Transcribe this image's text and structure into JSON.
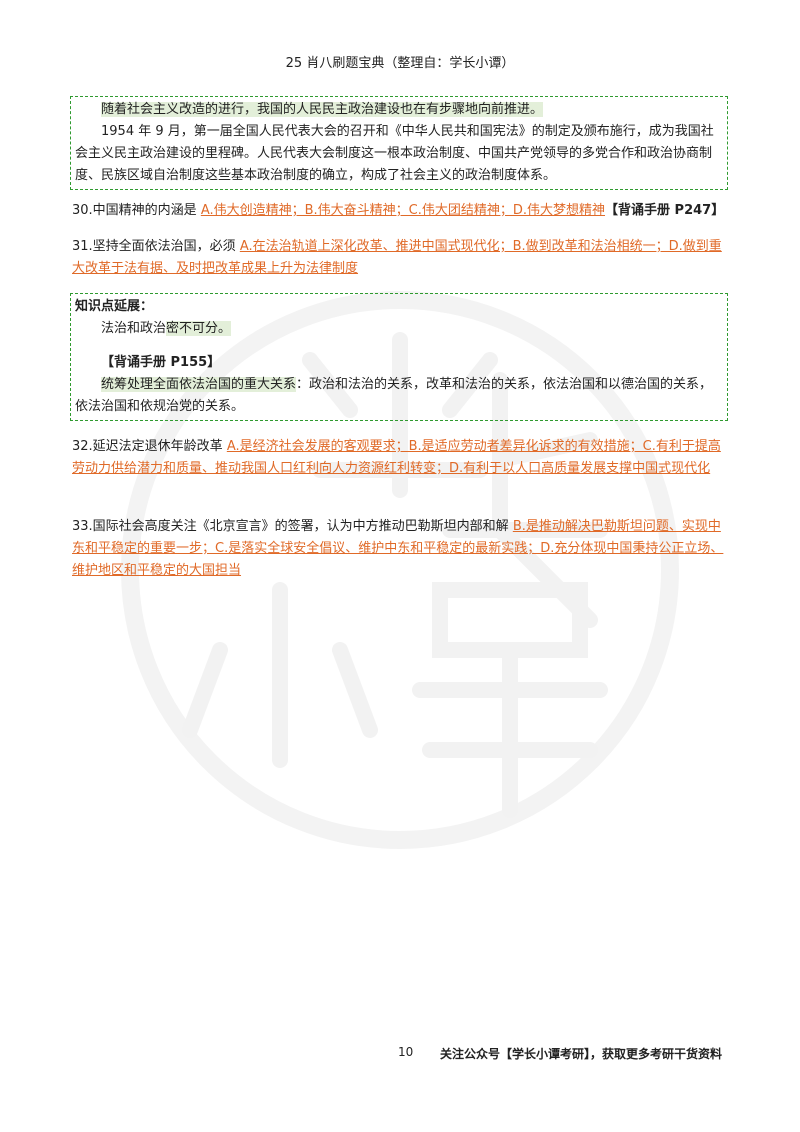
{
  "header": {
    "title": "25 肖八刷题宝典（整理自：学长小谭）"
  },
  "box1": {
    "line1": "随着社会主义改造的进行，我国的人民民主政治建设也在有步骤地向前推进。",
    "para2": "1954 年 9 月，第一届全国人民代表大会的召开和《中华人民共和国宪法》的制定及颁布施行，成为我国社会主义民主政治建设的里程碑。人民代表大会制度这一根本政治制度、中国共产党领导的多党合作和政治协商制度、民族区域自治制度这些基本政治制度的确立，构成了社会主义的政治制度体系。"
  },
  "q30": {
    "stem": "30.中国精神的内涵是 ",
    "answer": "A.伟大创造精神；B.伟大奋斗精神；C.伟大团结精神；D.伟大梦想精神",
    "ref": "【背诵手册 P247】"
  },
  "q31": {
    "stem": "31.坚持全面依法治国，必须 ",
    "answer": "A.在法治轨道上深化改革、推进中国式现代化；B.做到改革和法治相统一；D.做到重大改革于法有据、及时把改革成果上升为法律制度"
  },
  "box2": {
    "heading": "知识点延展：",
    "line1_plain": "法治和政治",
    "line1_hl": "密不可分。",
    "ref": "【背诵手册 P155】",
    "line3_hl": "统筹处理全面依法治国的重大关系",
    "line3_rest": "：政治和法治的关系，改革和法治的关系，依法治国和以德治国的关系，依法治国和依规治党的关系。"
  },
  "q32": {
    "stem": "32.延迟法定退休年龄改革 ",
    "answer": "A.是经济社会发展的客观要求；B.是适应劳动者差异化诉求的有效措施；C.有利于提高劳动力供给潜力和质量、推动我国人口红利向人力资源红利转变；D.有利于以人口高质量发展支撑中国式现代化"
  },
  "q33": {
    "stem": "33.国际社会高度关注《北京宣言》的签署，认为中方推动巴勒斯坦内部和解 ",
    "answer": "B.是推动解决巴勒斯坦问题、实现中东和平稳定的重要一步；C.是落实全球安全倡议、维护中东和平稳定的最新实践；D.充分体现中国秉持公正立场、维护地区和平稳定的大国担当"
  },
  "footer": {
    "page_number": "10",
    "text": "关注公众号【学长小谭考研】，获取更多考研干货资料"
  },
  "colors": {
    "answer": "#e06a28",
    "highlight": "#e3efd9",
    "box_border": "#2f9a2f"
  },
  "watermark": {
    "icon": "watermark-seal-icon"
  }
}
